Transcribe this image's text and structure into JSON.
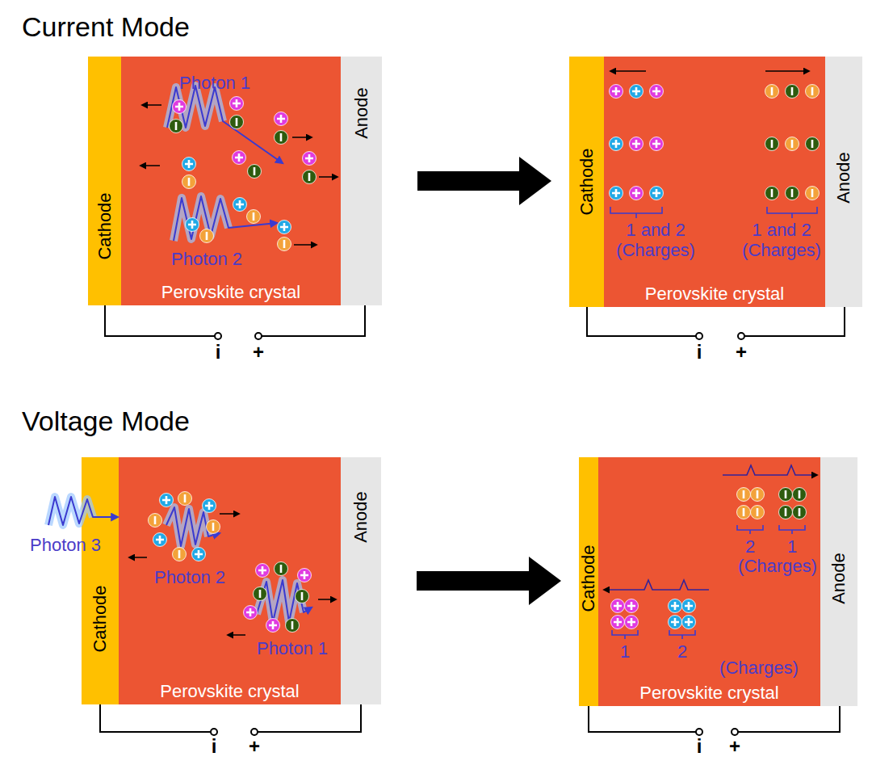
{
  "diagram": {
    "nodes": [
      {
        "text": [
          "Perovskite crystal"
        ]
      },
      {
        "text": [
          "Cathode"
        ],
        "in": 0
      },
      {
        "text": [
          "Anode"
        ],
        "in": 0
      },
      {
        "text": [
          "Perovskite crystal"
        ]
      },
      {
        "text": [
          "Cathode"
        ],
        "in": 3
      },
      {
        "text": [
          "Anode"
        ],
        "in": 3
      },
      {
        "text": [
          "Perovskite crystal"
        ]
      },
      {
        "text": [
          "Cathode"
        ],
        "in": 6
      },
      {
        "text": [
          "Anode"
        ],
        "in": 6
      },
      {
        "text": [
          "Perovskite crystal"
        ]
      },
      {
        "text": [
          "Cathode"
        ],
        "in": 9
      },
      {
        "text": [
          "Anode"
        ],
        "in": 9
      }
    ],
    "edges": [
      {
        "from": 0,
        "to": 3,
        "arrow": "to"
      },
      {
        "from": 6,
        "to": 9,
        "arrow": "to"
      }
    ],
    "labels": [
      "Current Mode",
      "Photon 1",
      "Photon 2",
      "i",
      "+",
      "1 and 2 (Charges)",
      "1 and 2 (Charges)",
      "i",
      "+",
      "Voltage Mode",
      "Photon 3",
      "Photon 2",
      "Photon 1",
      "i",
      "+",
      "2",
      "1",
      "(Charges)",
      "1",
      "2",
      "(Charges)",
      "i",
      "+"
    ]
  }
}
